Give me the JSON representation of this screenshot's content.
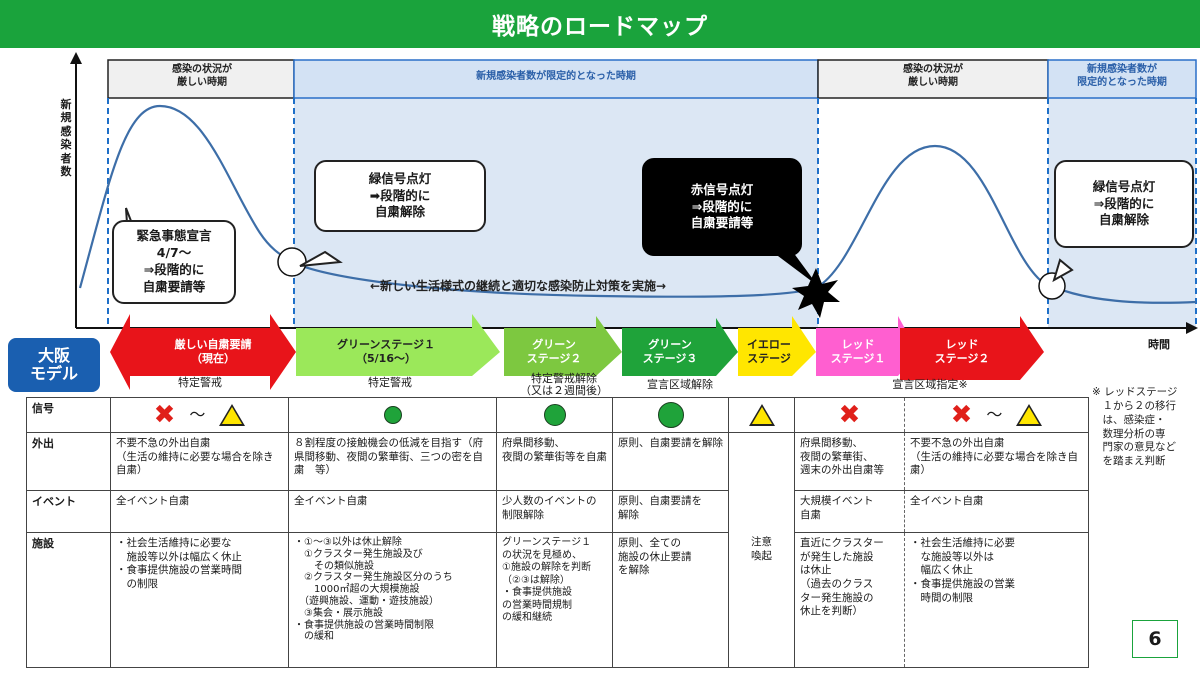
{
  "title": "戦略のロードマップ",
  "periods": [
    {
      "label": "感染の状況が\n厳しい時期"
    },
    {
      "label": "新規感染者数が限定的となった時期"
    },
    {
      "label": "感染の状況が\n厳しい時期"
    },
    {
      "label": "新規感染者数が\n限定的となった時期"
    }
  ],
  "axes": {
    "ylabel": "新規感染者数",
    "xlabel": "時間"
  },
  "callouts": {
    "emergency": "緊急事態宣言\n4/7～\n⇒段階的に\n自粛要請等",
    "green_light_1": "緑信号点灯\n➡段階的に\n自粛解除",
    "red_light": "赤信号点灯\n⇒段階的に\n自粛要請等",
    "green_light_2": "緑信号点灯\n⇒段階的に\n自粛解除"
  },
  "center_note": "←新しい生活様式の継続と適切な感染防止対策を実施→",
  "model_badge": {
    "line1": "大阪",
    "line2": "モデル"
  },
  "stages": [
    {
      "label": "厳しい自粛要請\n（現在）",
      "color": "#e8141a"
    },
    {
      "label": "グリーンステージ１\n（5/16～）",
      "color": "#9be85a"
    },
    {
      "label": "グリーン\nステージ２",
      "color": "#7dc840"
    },
    {
      "label": "グリーン\nステージ３",
      "color": "#1fa33a"
    },
    {
      "label": "イエロー\nステージ",
      "color": "#ffe600"
    },
    {
      "label": "レッド\nステージ１",
      "color": "#ff5fd0"
    },
    {
      "label": "レッド\nステージ２",
      "color": "#e8141a"
    }
  ],
  "status_labels": [
    "特定警戒",
    "特定警戒",
    "特定警戒解除\n（又は２週間後）",
    "宣言区域解除",
    "宣言区域指定※"
  ],
  "table": {
    "row_headers": [
      "信号",
      "外出",
      "イベント",
      "施設"
    ],
    "outing": [
      "不要不急の外出自粛\n（生活の維持に必要な場合を除き自粛）",
      "８割程度の接触機会の低減を目指す（府県間移動、夜間の繁華街、三つの密を自粛　等）",
      "府県間移動、\n夜間の繁華街等を自粛",
      "原則、自粛要請を解除",
      "府県間移動、\n夜間の繁華街、\n週末の外出自粛等",
      "不要不急の外出自粛\n（生活の維持に必要な場合を除き自粛）"
    ],
    "event": [
      "全イベント自粛",
      "全イベント自粛",
      "少人数のイベントの\n制限解除",
      "原則、自粛要請を\n解除",
      "大規模イベント\n自粛",
      "全イベント自粛"
    ],
    "facility": [
      "・社会生活維持に必要な\n　施設等以外は幅広く休止\n・食事提供施設の営業時間\n　の制限",
      "・①～③以外は休止解除\n　①クラスター発生施設及び\n　　その類似施設\n　②クラスター発生施設区分のうち\n　　1000㎡超の大規模施設\n　（遊興施設、運動・遊技施設）\n　③集会・展示施設\n・食事提供施設の営業時間制限\n　の緩和",
      "グリーンステージ１\nの状況を見極め、\n①施設の解除を判断（②③は解除）\n・食事提供施設\nの営業時間規制\nの緩和継続",
      "原則、全ての\n施設の休止要請\nを解除",
      "直近にクラスター\nが発生した施設\nは休止\n（過去のクラス\nター発生施設の\n休止を判断）",
      "・社会生活維持に必要\n　な施設等以外は\n　幅広く休止\n・食事提供施設の営業\n　時間の制限"
    ],
    "yellow_column": "注意\n喚起",
    "tilde": "～"
  },
  "note": "※ レッドステージ\n　１から２の移行\n　は、感染症・\n　数理分析の専\n　門家の意見など\n　を踏まえ判断",
  "page_number": "6"
}
